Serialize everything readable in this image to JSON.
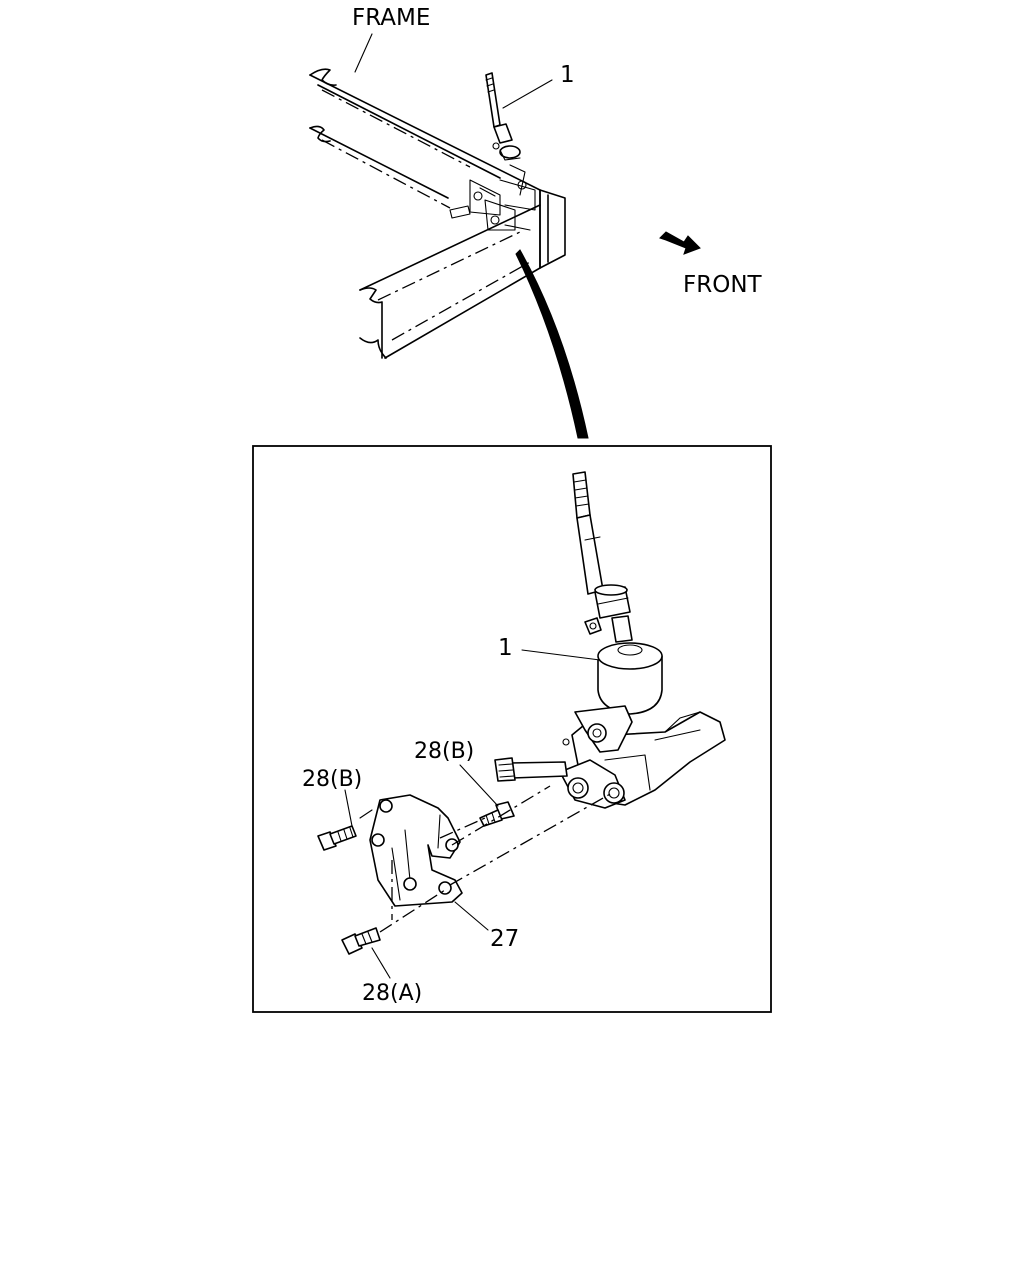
{
  "labels": {
    "frame": "FRAME",
    "front": "FRONT",
    "part_1_overview": "1",
    "part_1_detail": "1",
    "part_28b_left": "28(B)",
    "part_28b_right": "28(B)",
    "part_27": "27",
    "part_28a": "28(A)"
  },
  "icons": {
    "front_arrow": "front-direction-arrow-icon"
  }
}
